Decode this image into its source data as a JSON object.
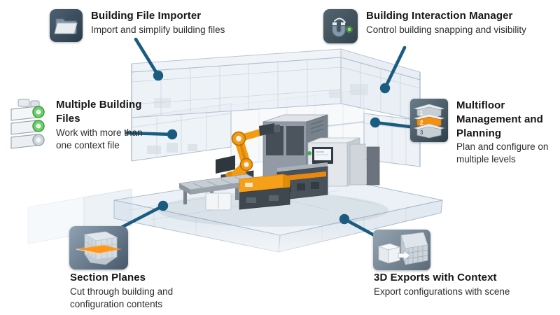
{
  "page": {
    "background": "#ffffff",
    "type": "feature-overview-diagram",
    "subject": "transparent multi-story building with industrial robot cell"
  },
  "colors": {
    "connector": "#1a5c80",
    "title_text": "#161616",
    "body_text": "#2d2d2d",
    "icon_dark_bg": "#3c4f5e",
    "glass_line": "#aebfcd",
    "glass_fill": "#dce6ef",
    "robot_orange": "#f39c12",
    "machine_gray": "#49525b",
    "status_green": "#39b54a"
  },
  "callouts": [
    {
      "id": "building-file-importer",
      "title": "Building File Importer",
      "description": "Import and simplify building files",
      "icon": "folder-icon"
    },
    {
      "id": "building-interaction-manager",
      "title": "Building Interaction Manager",
      "description": "Control building snapping and visibility",
      "icon": "magnet-icon"
    },
    {
      "id": "multiple-building-files",
      "title": "Multiple Building Files",
      "description": "Work with more than one context file",
      "icon": "stacked-files-icon"
    },
    {
      "id": "multifloor-management",
      "title": "Multifloor Management and Planning",
      "description": "Plan and configure on multiple levels",
      "icon": "multifloor-building-icon"
    },
    {
      "id": "section-planes",
      "title": "Section Planes",
      "description": "Cut through building and configuration contents",
      "icon": "section-plane-icon"
    },
    {
      "id": "3d-exports-with-context",
      "title": "3D Exports with Context",
      "description": "Export configurations with scene",
      "icon": "cube-export-icon"
    }
  ],
  "icons": {
    "multifloor": {
      "floors": [
        "1",
        "2",
        "3"
      ]
    }
  }
}
